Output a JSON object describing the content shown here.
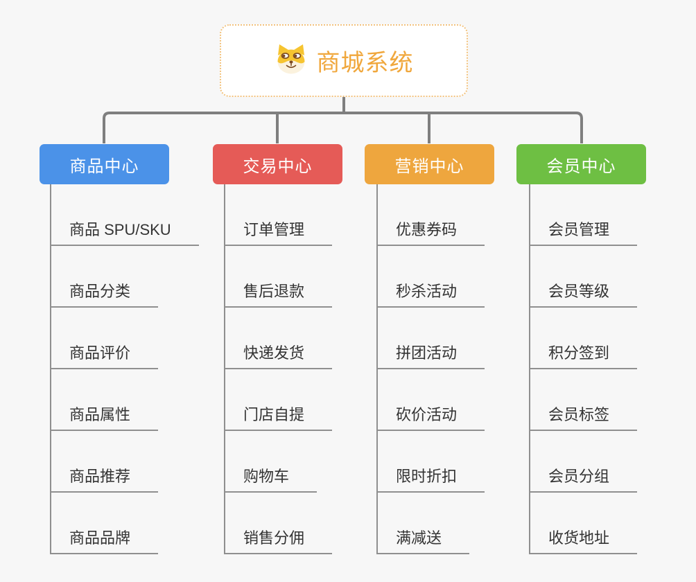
{
  "canvas": {
    "background": "#F7F7F7",
    "connector_color": "#7F7F7F",
    "branch_line_color": "#8F8F8F"
  },
  "root": {
    "title": "商城系统",
    "icon": "shiba-dog-icon",
    "title_color": "#F0A73C",
    "border_color": "#F2C27D"
  },
  "branches": [
    {
      "label": "商品中心",
      "color": "#4B92E8",
      "items": [
        "商品 SPU/SKU",
        "商品分类",
        "商品评价",
        "商品属性",
        "商品推荐",
        "商品品牌"
      ]
    },
    {
      "label": "交易中心",
      "color": "#E55B57",
      "items": [
        "订单管理",
        "售后退款",
        "快递发货",
        "门店自提",
        "购物车",
        "销售分佣"
      ]
    },
    {
      "label": "营销中心",
      "color": "#EEA63E",
      "items": [
        "优惠券码",
        "秒杀活动",
        "拼团活动",
        "砍价活动",
        "限时折扣",
        "满减送"
      ]
    },
    {
      "label": "会员中心",
      "color": "#6EBF43",
      "items": [
        "会员管理",
        "会员等级",
        "积分签到",
        "会员标签",
        "会员分组",
        "收货地址"
      ]
    }
  ]
}
